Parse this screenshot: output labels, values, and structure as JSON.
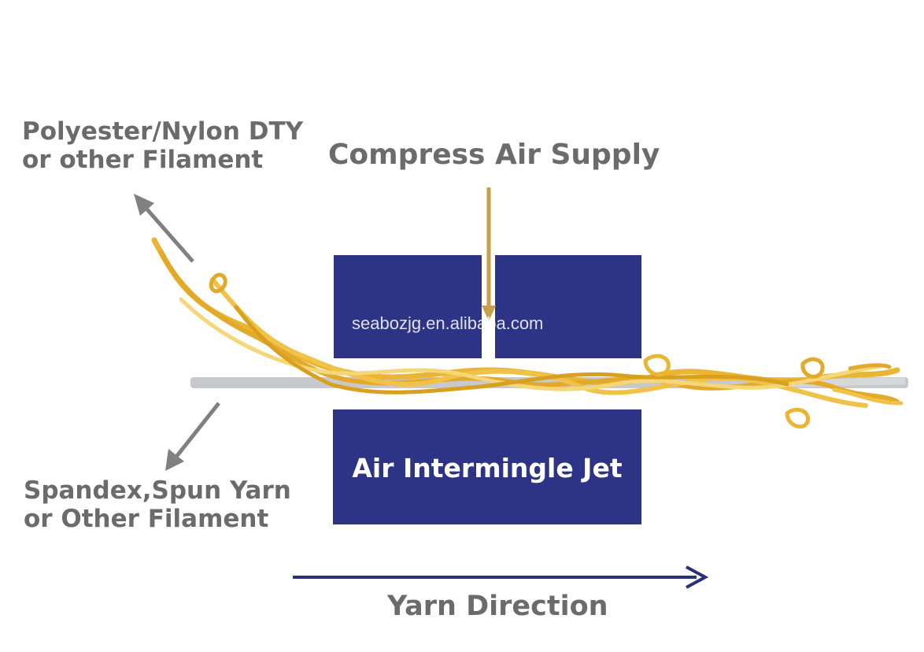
{
  "labels": {
    "input_filament_top_line1": "Polyester/Nylon DTY",
    "input_filament_top_line2": "or other Filament",
    "input_core_line1": "Spandex,Spun Yarn",
    "input_core_line2": "or Other Filament",
    "air_supply": "Compress Air Supply",
    "jet": "Air Intermingle Jet",
    "direction": "Yarn Direction"
  },
  "watermark": "seabozjg.en.alibaba.com",
  "colors": {
    "jet_block": "#2e3485",
    "yarn_gold": "#e9b532",
    "yarn_gold_light": "#f5d77a",
    "core_yarn": "#c7c9cc",
    "label_gray": "#6b6b6b",
    "arrow_gray": "#808080",
    "air_arrow": "#c9a04a",
    "direction_arrow": "#2a2f7a"
  }
}
